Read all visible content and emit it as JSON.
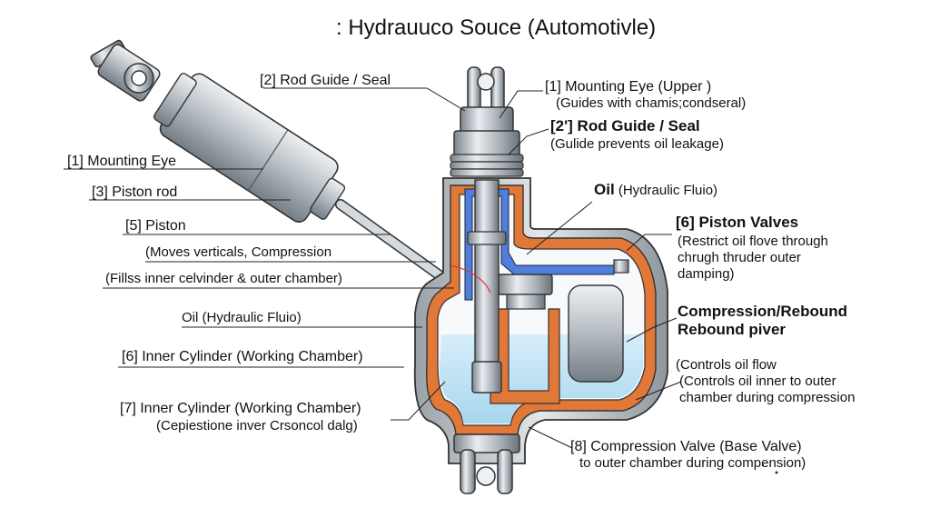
{
  "title": ": Hydrauuco Souce (Automotivle)",
  "labels": {
    "rod_guide_seal_left": "[2] Rod Guide / Seal",
    "mounting_eye_left": "[1] Mounting Eye",
    "piston_rod": "[3] Piston rod",
    "piston": "[5] Piston",
    "piston_desc": "(Moves verticals, Compression",
    "fills_desc": "(Fillss  inner celvinder & outer chamber)",
    "oil_left": "Oil (Hydraulic Fluio)",
    "inner_cylinder_6": "[6] Inner Cylinder (Working Chamber)",
    "inner_cylinder_7": "[7] Inner Cylinder (Working Chamber)",
    "inner_cylinder_7_desc": "(Cepiestione inver Crsoncol dalg)",
    "mounting_eye_upper": "[1] Mounting Eye (Upper )",
    "mounting_eye_upper_desc": "(Guides with chamis;condseral)",
    "rod_guide_seal_right": "[2'] Rod Guide / Seal",
    "rod_guide_seal_right_desc": "(Gulide prevents oil leakage)",
    "oil_right_bold": "Oil",
    "oil_right_rest": " (Hydraulic Fluio)",
    "piston_valves": "[6] Piston Valves",
    "piston_valves_desc_1": "(Restrict oil flove through",
    "piston_valves_desc_2": "chrugh thruder outer",
    "piston_valves_desc_3": "damping)",
    "compression_rebound_1": "Compression/Rebound",
    "compression_rebound_2": "Rebound piver",
    "controls_1": "(Controls oil flow",
    "controls_2": "(Controls oil inner to outer",
    "controls_3": "chamber during compression",
    "compression_valve": "[8] Compression Valve (Base Valve)",
    "compression_valve_desc": "to outer chamber during compension)"
  },
  "colors": {
    "metal": "#b8bec4",
    "metal_dark": "#6f777f",
    "oil": "#bfe3f5",
    "seal_orange": "#d9692e",
    "inner_blue": "#3f6fd0"
  }
}
